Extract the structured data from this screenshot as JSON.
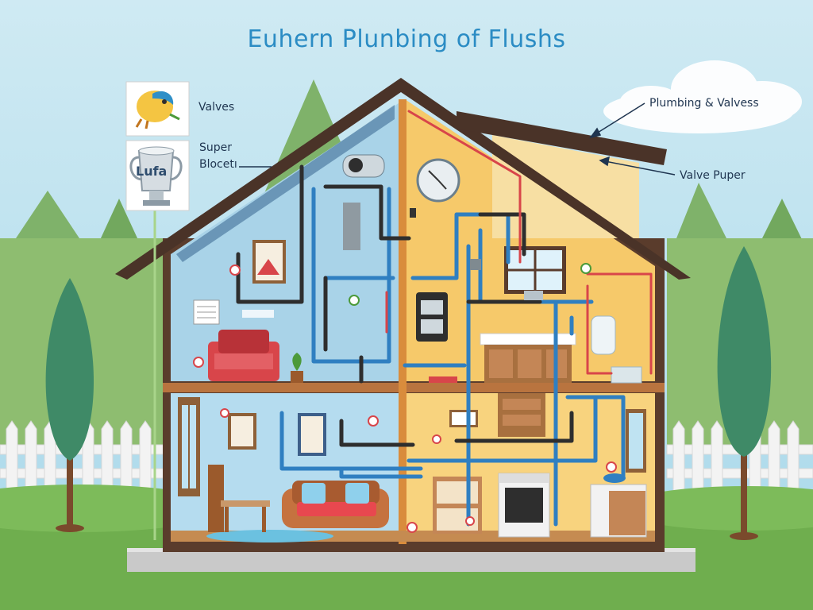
{
  "title": "Euhern Plunbing of Flushs",
  "legend": {
    "items": [
      {
        "label": "Valves",
        "icon": "fish-icon"
      },
      {
        "label_line1": "Super",
        "label_line2": "Blocetı",
        "icon": "trophy-icon",
        "badge_text": "Lufa"
      }
    ]
  },
  "callouts": [
    {
      "label": "Plumbing & Valvess"
    },
    {
      "label": "Valve Puper"
    }
  ],
  "colors": {
    "sky": "#bfe3ef",
    "title": "#2b8cc4",
    "roof": "#4a3328",
    "wall_left": "#a9d3e8",
    "wall_right": "#f6c96a",
    "pipe_blue": "#2f7fc1",
    "pipe_dark": "#2e2e2e",
    "pipe_red": "#d8454a",
    "grass": "#6fae4e"
  }
}
